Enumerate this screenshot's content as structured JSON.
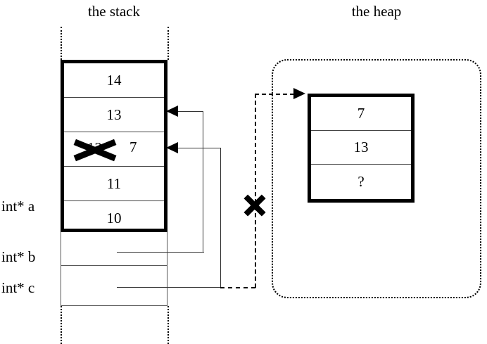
{
  "titles": {
    "stack": "the stack",
    "heap": "the heap"
  },
  "stack": {
    "cells": [
      {
        "value": "14",
        "crossed_out": false
      },
      {
        "value": "13",
        "crossed_out": false
      },
      {
        "value": "12",
        "crossed_out": true,
        "replacement": "7"
      },
      {
        "value": "11",
        "crossed_out": false
      },
      {
        "value": "10",
        "crossed_out": false
      }
    ],
    "pointers": [
      {
        "label": "int* a"
      },
      {
        "label": "int* b"
      },
      {
        "label": "int* c"
      }
    ]
  },
  "heap": {
    "cells": [
      {
        "value": "7"
      },
      {
        "value": "13"
      },
      {
        "value": "?"
      }
    ]
  },
  "annotations": {
    "dangling_pointer_cancel": "x-cancel-mark",
    "overwritten_value_cancel": "x-strike-mark"
  },
  "colors": {
    "ink": "#000000",
    "background": "#ffffff",
    "thin_rule": "#444444",
    "connector": "#333333"
  }
}
